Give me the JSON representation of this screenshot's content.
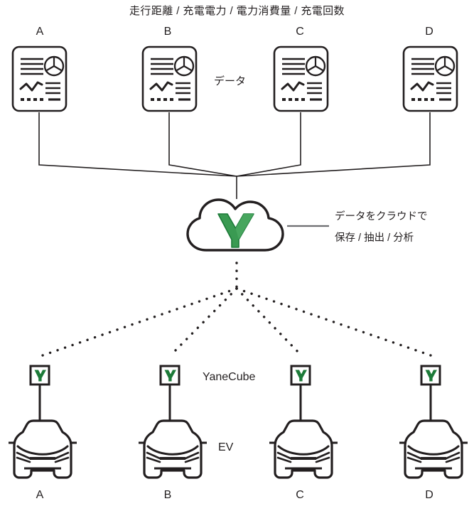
{
  "diagram": {
    "title": "走行距離 / 充電電力 / 電力消費量 / 充電回数",
    "labels": {
      "data": "データ",
      "yanecube": "YaneCube",
      "ev": "EV",
      "cloud_note_line1": "データをクラウドで",
      "cloud_note_line2": "保存 / 抽出 / 分析"
    },
    "colors": {
      "stroke": "#231f20",
      "logo_green": "#3a9a52",
      "logo_green_dark": "#1c7a38",
      "background": "#ffffff",
      "connector_line": "#6d6e71"
    },
    "top_row": {
      "name": "report-documents",
      "items": [
        {
          "label": "A",
          "icon": "report-document-icon"
        },
        {
          "label": "B",
          "icon": "report-document-icon"
        },
        {
          "label": "C",
          "icon": "report-document-icon"
        },
        {
          "label": "D",
          "icon": "report-document-icon"
        }
      ]
    },
    "cloud": {
      "name": "cloud-node",
      "icon": "cloud-icon",
      "logo": "y-logo"
    },
    "bottom_row": {
      "name": "ev-vehicles",
      "items": [
        {
          "label": "A",
          "device": "yanecube-device",
          "vehicle": "ev-car-icon"
        },
        {
          "label": "B",
          "device": "yanecube-device",
          "vehicle": "ev-car-icon"
        },
        {
          "label": "C",
          "device": "yanecube-device",
          "vehicle": "ev-car-icon"
        },
        {
          "label": "D",
          "device": "yanecube-device",
          "vehicle": "ev-car-icon"
        }
      ]
    },
    "connections": {
      "documents_to_cloud": "solid",
      "cloud_to_devices": "dotted"
    }
  }
}
